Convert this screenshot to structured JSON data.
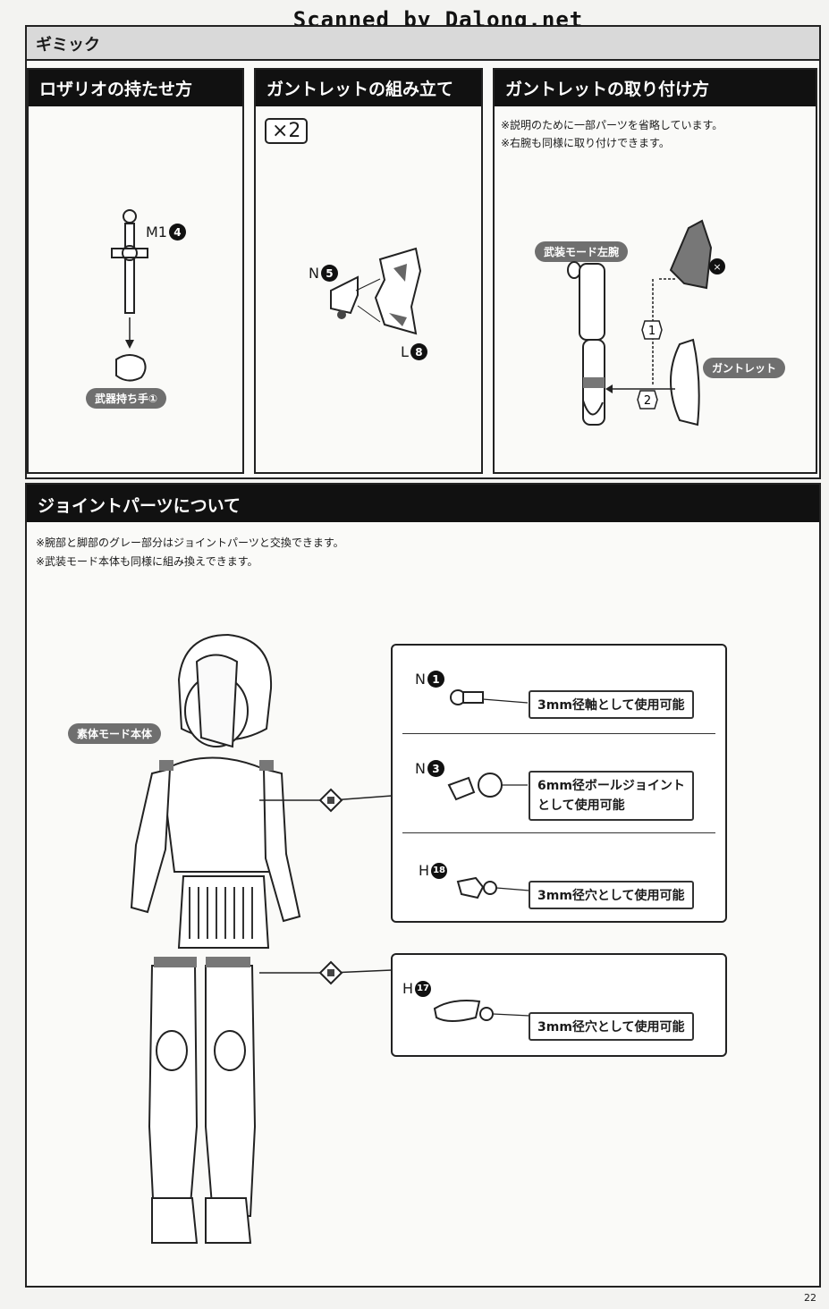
{
  "watermark": "Scanned by Dalong.net",
  "gimmick": {
    "header": "ギミック",
    "panels": [
      {
        "title": "ロザリオの持たせ方",
        "part_code": "M1",
        "part_num": "4",
        "hand_label": "武器持ち手①"
      },
      {
        "title": "ガントレットの組み立て",
        "multiplier": "×2",
        "part_n_code": "N",
        "part_n_num": "5",
        "part_l_code": "L",
        "part_l_num": "8"
      },
      {
        "title": "ガントレットの取り付け方",
        "notes": [
          "※説明のために一部パーツを省略しています。",
          "※右腕も同様に取り付けできます。"
        ],
        "arm_label": "武装モード左腕",
        "gauntlet_label": "ガントレット",
        "step1": "1",
        "step2": "2"
      }
    ]
  },
  "joint": {
    "header": "ジョイントパーツについて",
    "notes": [
      "※腕部と脚部のグレー部分はジョイントパーツと交換できます。",
      "※武装モード本体も同様に組み換えできます。"
    ],
    "body_label": "素体モード本体",
    "parts": [
      {
        "code": "N",
        "num": "1",
        "usage": [
          "3mm径軸として使用可能"
        ]
      },
      {
        "code": "N",
        "num": "3",
        "usage": [
          "6mm径ボールジョイント",
          "として使用可能"
        ]
      },
      {
        "code": "H",
        "num": "18",
        "usage": [
          "3mm径穴として使用可能"
        ]
      },
      {
        "code": "H",
        "num": "17",
        "usage": [
          "3mm径穴として使用可能"
        ]
      }
    ]
  },
  "page_number": "22"
}
